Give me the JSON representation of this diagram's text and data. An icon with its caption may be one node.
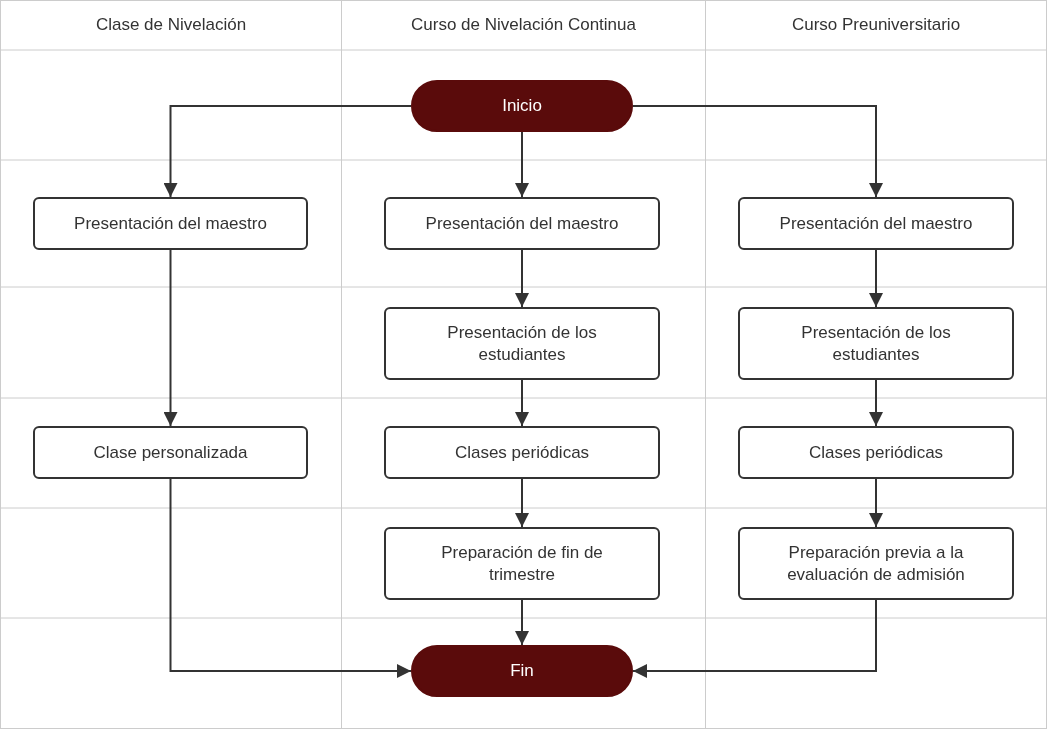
{
  "diagram": {
    "nodes": [
      {
        "text": [
          "Clase de Nivelación"
        ]
      },
      {
        "text": [
          "Curso de Nivelación Continua"
        ]
      },
      {
        "text": [
          "Curso Preuniversitario"
        ]
      },
      {
        "text": [
          "Inicio"
        ],
        "in": 1
      },
      {
        "text": [
          "Presentación del maestro"
        ],
        "in": 0
      },
      {
        "text": [
          "Clase personalizada"
        ],
        "in": 0
      },
      {
        "text": [
          "Presentación del maestro"
        ],
        "in": 1
      },
      {
        "text": [
          "Presentación de los estudiantes"
        ],
        "in": 1
      },
      {
        "text": [
          "Clases periódicas"
        ],
        "in": 1
      },
      {
        "text": [
          "Preparación de fin de trimestre"
        ],
        "in": 1
      },
      {
        "text": [
          "Presentación del maestro"
        ],
        "in": 2
      },
      {
        "text": [
          "Presentación de los estudiantes"
        ],
        "in": 2
      },
      {
        "text": [
          "Clases periódicas"
        ],
        "in": 2
      },
      {
        "text": [
          "Preparación previa a la evaluación de admisión"
        ],
        "in": 2
      },
      {
        "text": [
          "Fin"
        ],
        "in": 1
      }
    ],
    "edges": [
      {
        "from": 3,
        "to": 4,
        "arrow": "to"
      },
      {
        "from": 3,
        "to": 6,
        "arrow": "to"
      },
      {
        "from": 3,
        "to": 10,
        "arrow": "to"
      },
      {
        "from": 4,
        "to": 5,
        "arrow": "to"
      },
      {
        "from": 6,
        "to": 7,
        "arrow": "to"
      },
      {
        "from": 7,
        "to": 8,
        "arrow": "to"
      },
      {
        "from": 8,
        "to": 9,
        "arrow": "to"
      },
      {
        "from": 10,
        "to": 11,
        "arrow": "to"
      },
      {
        "from": 11,
        "to": 12,
        "arrow": "to"
      },
      {
        "from": 12,
        "to": 13,
        "arrow": "to"
      },
      {
        "from": 5,
        "to": 14,
        "arrow": "to"
      },
      {
        "from": 9,
        "to": 14,
        "arrow": "to"
      },
      {
        "from": 13,
        "to": 14,
        "arrow": "to"
      }
    ]
  }
}
